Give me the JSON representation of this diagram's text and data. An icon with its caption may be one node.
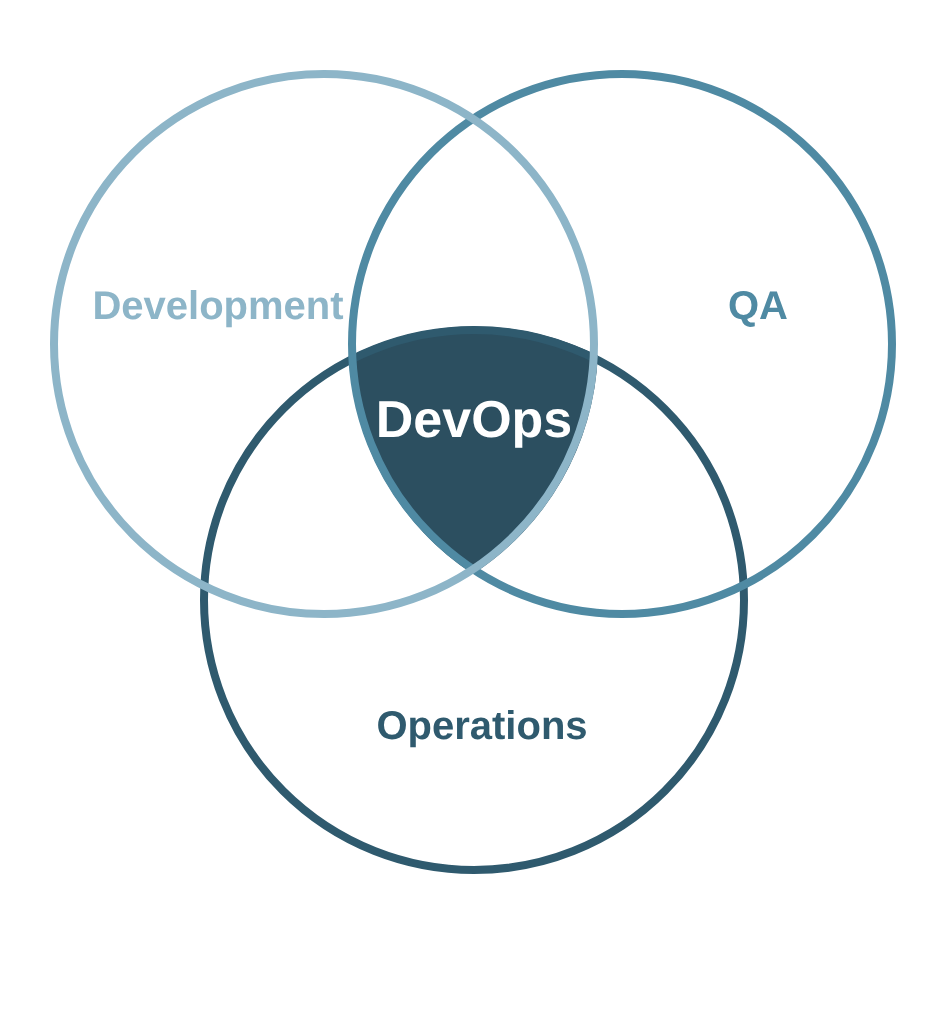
{
  "diagram": {
    "nodes": [
      {
        "text": [
          "Development"
        ]
      },
      {
        "text": [
          "QA"
        ]
      },
      {
        "text": [
          "Operations"
        ]
      },
      {
        "text": [
          "DevOps"
        ]
      }
    ]
  }
}
